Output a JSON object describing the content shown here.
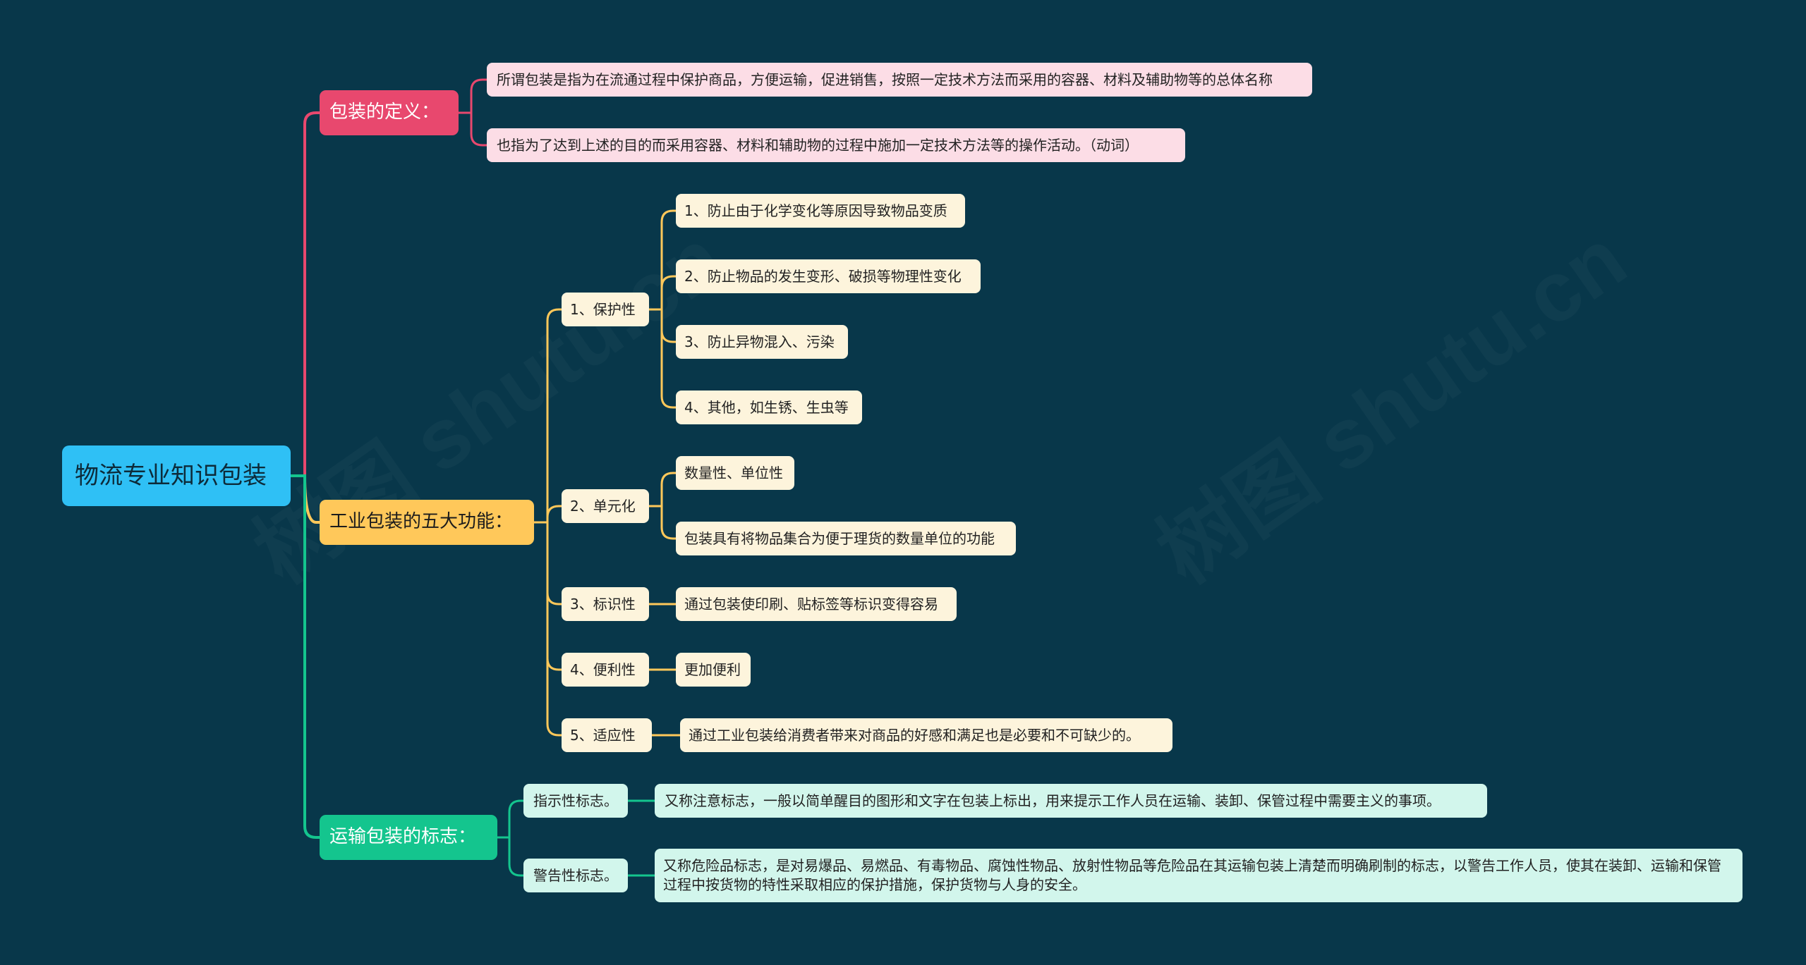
{
  "colors": {
    "background": "#08374a",
    "root": "#2fc0f5",
    "branch_definition": "#e8486e",
    "branch_functions": "#ffc85a",
    "branch_marks": "#14c58e",
    "leaf_definition": "#fcdde6",
    "leaf_functions": "#fdf4dc",
    "leaf_marks": "#d2f6ec"
  },
  "root": {
    "label": "物流专业知识包装"
  },
  "definition": {
    "label": "包装的定义：",
    "items": [
      "所谓包装是指为在流通过程中保护商品，方便运输，促进销售，按照一定技术方法而采用的容器、材料及辅助物等的总体名称",
      "也指为了达到上述的目的而采用容器、材料和辅助物的过程中施加一定技术方法等的操作活动。（动词）"
    ]
  },
  "functions": {
    "label": "工业包装的五大功能：",
    "items": [
      {
        "label": "1、保护性",
        "details": [
          "1、防止由于化学变化等原因导致物品变质",
          "2、防止物品的发生变形、破损等物理性变化",
          "3、防止异物混入、污染",
          "4、其他，如生锈、生虫等"
        ]
      },
      {
        "label": "2、单元化",
        "details": [
          "数量性、单位性",
          "包装具有将物品集合为便于理货的数量单位的功能"
        ]
      },
      {
        "label": "3、标识性",
        "details": [
          "通过包装使印刷、贴标签等标识变得容易"
        ]
      },
      {
        "label": "4、便利性",
        "details": [
          "更加便利"
        ]
      },
      {
        "label": "5、适应性",
        "details": [
          "通过工业包装给消费者带来对商品的好感和满足也是必要和不可缺少的。"
        ]
      }
    ]
  },
  "marks": {
    "label": "运输包装的标志：",
    "items": [
      {
        "label": "指示性标志。",
        "detail": "又称注意标志，一般以简单醒目的图形和文字在包装上标出，用来提示工作人员在运输、装卸、保管过程中需要主义的事项。"
      },
      {
        "label": "警告性标志。",
        "detail": "又称危险品标志，是对易爆品、易燃品、有毒物品、腐蚀性物品、放射性物品等危险品在其运输包装上清楚而明确刷制的标志，以警告工作人员，使其在装卸、运输和保管过程中按货物的特性采取相应的保护措施，保护货物与人身的安全。"
      }
    ]
  }
}
